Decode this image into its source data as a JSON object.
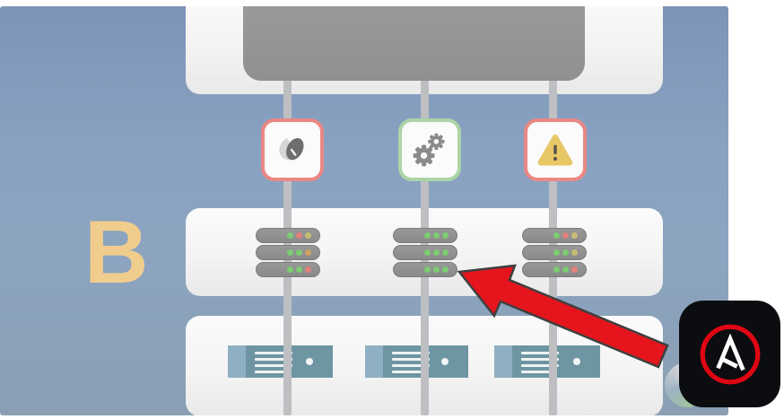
{
  "section_label": "B",
  "colors": {
    "background_blue": "#89a2c1",
    "panel_white": "#f7f7f7",
    "box_gray": "#979797",
    "connector_gray": "#bdbfc2",
    "section_letter": "#f0cd8d",
    "arrow_red": "#e6141c",
    "arrow_outline": "#3f3f3f",
    "client_teal": "#6e95a2",
    "client_tab": "#8fb0c2",
    "warning_yellow": "#e7c766",
    "icon_gray": "#8b8b8b",
    "border_red": "#e98884",
    "border_green": "#abd4a6",
    "ansible_black": "#0c0d11",
    "ansible_ring_red": "#de0713",
    "led": {
      "green": "#7ccc72",
      "red": "#e2807b",
      "yellow": "#c6bd72",
      "orange": "#cfa262"
    }
  },
  "status_icons": [
    {
      "name": "speaker-icon",
      "border": "#e98884"
    },
    {
      "name": "gears-icon",
      "border": "#abd4a6"
    },
    {
      "name": "warning-icon",
      "border": "#e98884"
    }
  ],
  "server_stacks": [
    {
      "leds": [
        [
          "green",
          "red",
          "yellow"
        ],
        [
          "green",
          "green",
          "orange"
        ],
        [
          "green",
          "green",
          "red"
        ]
      ]
    },
    {
      "leds": [
        [
          "green",
          "green",
          "green"
        ],
        [
          "green",
          "green",
          "green"
        ],
        [
          "green",
          "green",
          "green"
        ]
      ]
    },
    {
      "leds": [
        [
          "green",
          "red",
          "yellow"
        ],
        [
          "green",
          "green",
          "yellow"
        ],
        [
          "green",
          "green",
          "red"
        ]
      ]
    }
  ],
  "client_nodes": [
    {
      "lines": 4
    },
    {
      "lines": 4
    },
    {
      "lines": 4
    }
  ],
  "logo": {
    "icon": "ansible-logo",
    "glyph": "A"
  }
}
